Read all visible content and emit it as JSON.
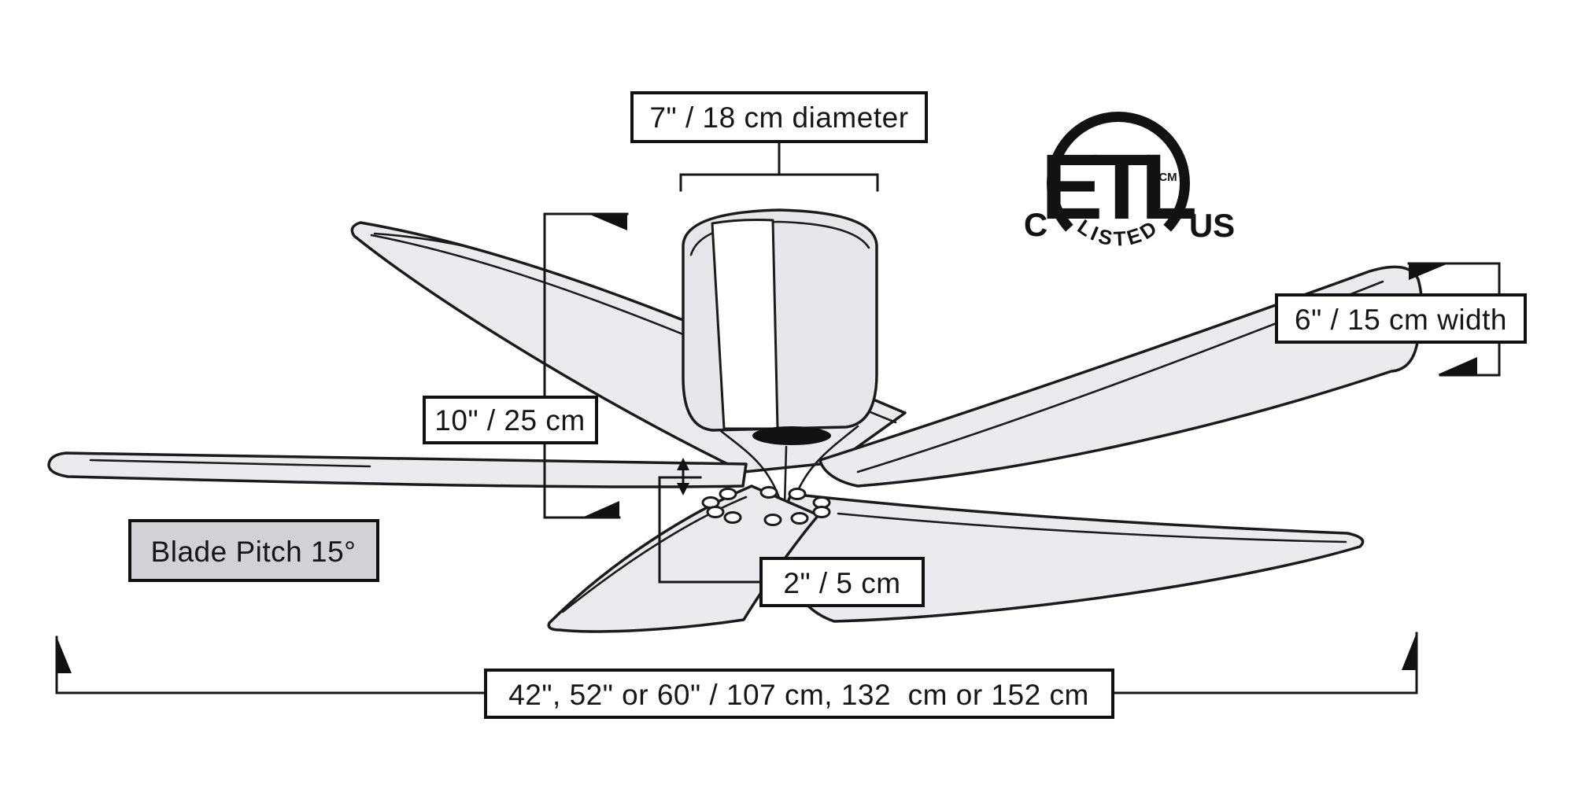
{
  "diagram": {
    "subject": "ceiling-fan-dimension-diagram",
    "blade_count": 5
  },
  "labels": {
    "diameter": "7\" / 18 cm diameter",
    "height": "10\" / 25 cm",
    "width": "6\" / 15 cm width",
    "blade_pitch": "Blade Pitch 15°",
    "gap": "2\" / 5 cm",
    "span": "42\", 52\" or 60\" / 107 cm, 132  cm or 152 cm"
  },
  "certification": {
    "c": "C",
    "logo": "ETL",
    "tm": "CM",
    "us": "US",
    "listed": "LISTED"
  },
  "colors": {
    "background": "#ffffff",
    "line": "#1b1b1b",
    "blade_fill": "#ebebed",
    "hub_fill": "#e7e7e9",
    "hub_highlight": "#ffffff",
    "pitch_box_fill": "#d2d2d4",
    "callout_box_fill": "#ffffff",
    "text": "#161616",
    "logo_black": "#121212"
  }
}
